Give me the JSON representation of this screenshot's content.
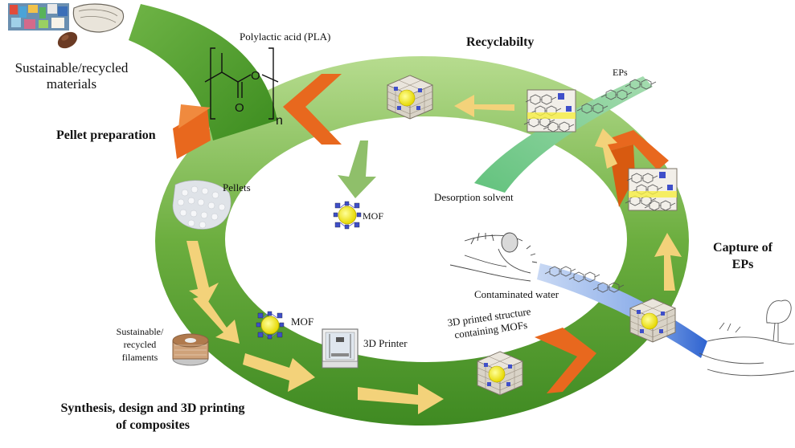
{
  "labels": {
    "materials": "Sustainable/recycled materials",
    "pla": "Polylactic acid (PLA)",
    "pla_n": "n",
    "pellet_prep": "Pellet preparation",
    "pellets": "Pellets",
    "mof_center": "MOF",
    "recyclability": "Recyclabilty",
    "eps": "EPs",
    "desorption": "Desorption solvent",
    "capture": "Capture of EPs",
    "contaminated": "Contaminated water",
    "structure": "3D printed structure containing MOFs",
    "mof_lower": "MOF",
    "printer": "3D Printer",
    "filaments": "Sustainable/ recycled filaments",
    "synthesis": "Synthesis, design and 3D printing of composites"
  },
  "colors": {
    "ring_outer": "#4f9a2b",
    "ring_inner": "#8cc66a",
    "chevron": "#e8681e",
    "flow_arrow": "#f3d27a",
    "mof_core": "#f4ee1c",
    "eps_stream": "#7cc88a",
    "water_stream": "#3a6fd8"
  }
}
